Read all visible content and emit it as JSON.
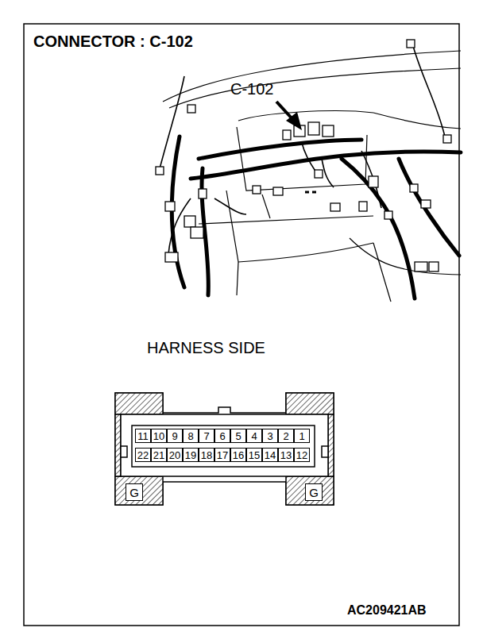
{
  "diagram": {
    "title": "CONNECTOR : C-102",
    "caption": "AC209421AB",
    "nodes": [
      {
        "text": [
          "11"
        ]
      },
      {
        "text": [
          "10"
        ]
      },
      {
        "text": [
          "9"
        ]
      },
      {
        "text": [
          "8"
        ]
      },
      {
        "text": [
          "7"
        ]
      },
      {
        "text": [
          "6"
        ]
      },
      {
        "text": [
          "5"
        ]
      },
      {
        "text": [
          "4"
        ]
      },
      {
        "text": [
          "3"
        ]
      },
      {
        "text": [
          "2"
        ]
      },
      {
        "text": [
          "1"
        ]
      },
      {
        "text": [
          "22"
        ]
      },
      {
        "text": [
          "21"
        ]
      },
      {
        "text": [
          "20"
        ]
      },
      {
        "text": [
          "19"
        ]
      },
      {
        "text": [
          "18"
        ]
      },
      {
        "text": [
          "17"
        ]
      },
      {
        "text": [
          "16"
        ]
      },
      {
        "text": [
          "15"
        ]
      },
      {
        "text": [
          "14"
        ]
      },
      {
        "text": [
          "13"
        ]
      },
      {
        "text": [
          "12"
        ]
      },
      {
        "text": [
          "G"
        ]
      },
      {
        "text": [
          "G"
        ]
      }
    ],
    "labels": [
      "C-102",
      "HARNESS SIDE"
    ]
  }
}
